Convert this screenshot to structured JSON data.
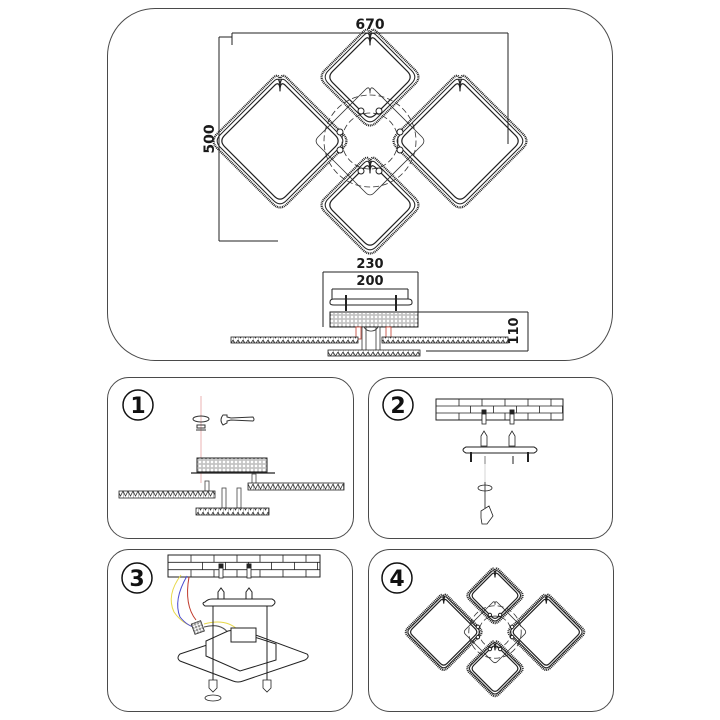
{
  "diagram": {
    "title": "Ceiling lamp dimensions and installation steps",
    "dimensions": {
      "width": "670",
      "height": "500",
      "canopy_outer": "230",
      "canopy_inner": "200",
      "depth": "110"
    },
    "steps": [
      {
        "number": "1",
        "description": "Unscrew cap nuts with wrench and detach canopy from frame"
      },
      {
        "number": "2",
        "description": "Drill ceiling, insert dowels and fix mounting bracket with screws"
      },
      {
        "number": "3",
        "description": "Connect wires at terminal block and attach canopy with cap nuts"
      },
      {
        "number": "4",
        "description": "Assembled lamp, top view"
      }
    ],
    "colors": {
      "line": "#1a1a1a",
      "panel_border": "#4a4a4a",
      "accent_red": "#c0392b",
      "wire_yellow": "#e8d84a",
      "wire_blue": "#4a4ad0",
      "wire_red": "#c0392b"
    }
  }
}
